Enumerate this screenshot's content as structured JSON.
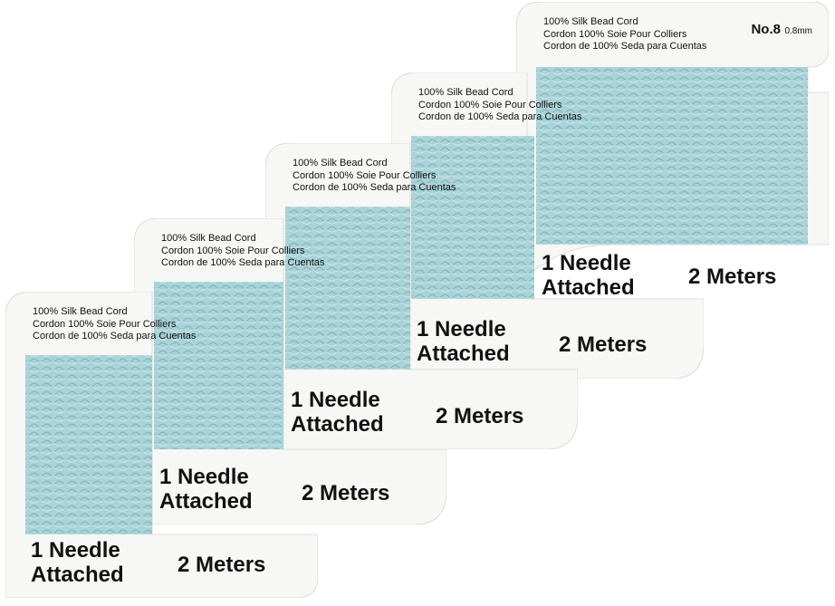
{
  "product": {
    "card_lines": [
      "100% Silk Bead Cord",
      "Cordon 100% Soie Pour Colliers",
      "Cordon de 100% Seda para Cuentas"
    ],
    "size_number": "No.8",
    "size_mm": "0.8mm",
    "needle_line1": "1 Needle",
    "needle_line2": "Attached",
    "length": "2 Meters"
  },
  "colors": {
    "card": "#f7f7f5",
    "card_edge": "#dcdcd8",
    "cord": "#a9d3d8",
    "cord_dark": "#86b9bf",
    "cord_light": "#cde7ea"
  },
  "card_count": 5
}
